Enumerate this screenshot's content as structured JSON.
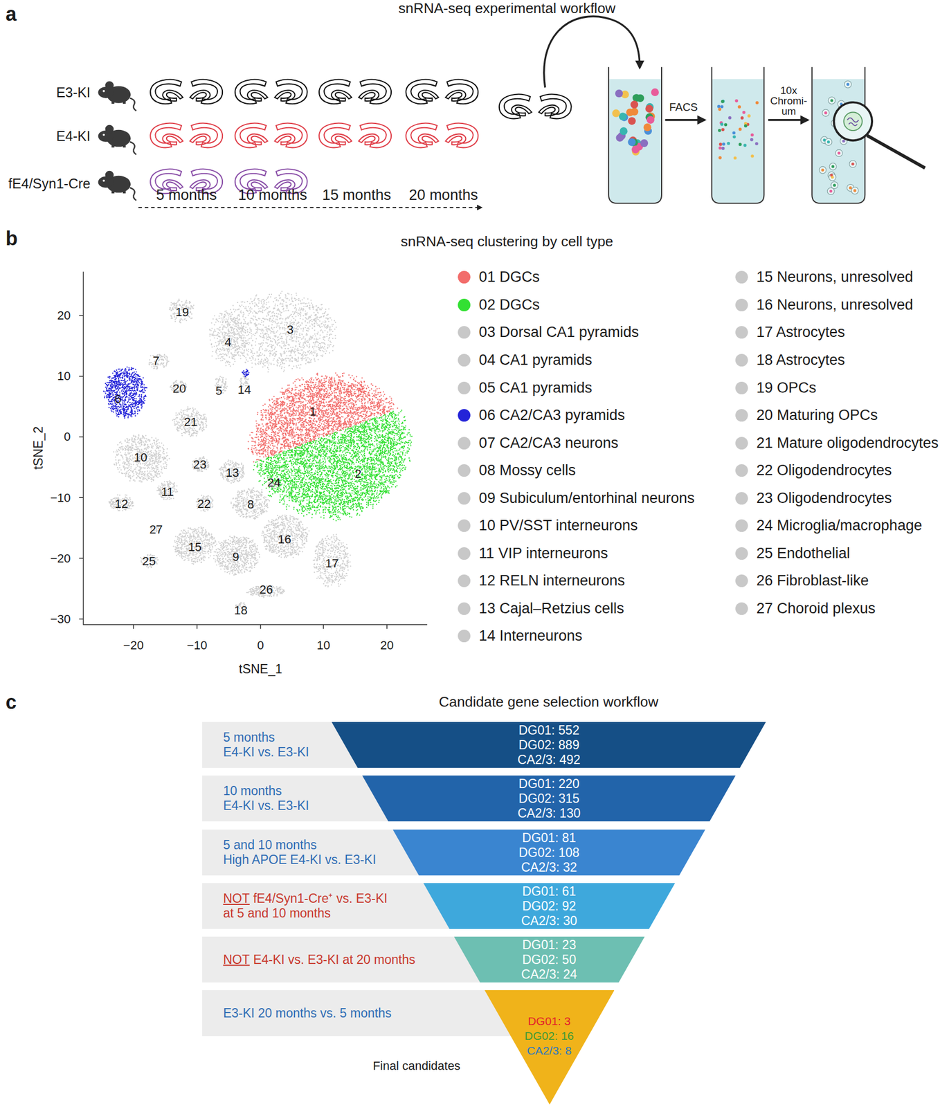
{
  "diagram": {
    "nodes": [
      {
        "text": [
          "5 months",
          "E4-KI vs. E3-KI"
        ]
      },
      {
        "text": [
          "DG01: 552",
          "DG02: 889",
          "CA2/3: 492"
        ]
      },
      {
        "text": [
          "10 months",
          "E4-KI vs. E3-KI"
        ]
      },
      {
        "text": [
          "DG01: 220",
          "DG02: 315",
          "CA2/3: 130"
        ]
      },
      {
        "text": [
          "5 and 10 months",
          "High APOE E4-KI vs. E3-KI"
        ]
      },
      {
        "text": [
          "DG01: 81",
          "DG02: 108",
          "CA2/3: 32"
        ]
      },
      {
        "text": [
          "NOT",
          "fE4/Syn1-Cre⁺ vs. E3-KI at 5 and 10 months"
        ]
      },
      {
        "text": [
          "DG01: 61",
          "DG02: 92",
          "CA2/3: 30"
        ]
      },
      {
        "text": [
          "NOT",
          "E4-KI vs. E3-KI at 20 months"
        ]
      },
      {
        "text": [
          "DG01: 23",
          "DG02: 50",
          "CA2/3: 24"
        ]
      },
      {
        "text": [
          "E3-KI 20 months vs. 5 months"
        ]
      },
      {
        "text": [
          "DG01: 3",
          "DG02: 16",
          "CA2/3: 8"
        ]
      }
    ],
    "labels": [
      "a",
      "snRNA-seq experimental workflow",
      "E3-KI",
      "E4-KI",
      "fE4/Syn1-Cre",
      "5 months",
      "10 months",
      "15 months",
      "20 months",
      "FACS",
      "10x Chromi- um",
      "b",
      "snRNA-seq clustering by cell type",
      "20",
      "10",
      "0",
      "−10",
      "−20",
      "−30",
      "−20",
      "−10",
      "0",
      "10",
      "20",
      "tSNE_2",
      "tSNE_1",
      "19",
      "3",
      "4",
      "7",
      "20",
      "14",
      "5",
      "6",
      "1",
      "21",
      "10",
      "23",
      "13",
      "2",
      "24",
      "11",
      "12",
      "22",
      "8",
      "27",
      "16",
      "15",
      "9",
      "25",
      "17",
      "26",
      "18",
      "c",
      "Candidate gene selection workflow",
      "Final candidates"
    ],
    "legend": [
      {
        "text": "01 DGCs",
        "color": "#f26d6b"
      },
      {
        "text": "02 DGCs",
        "color": "#33e033"
      },
      {
        "text": "03 Dorsal CA1 pyramids",
        "color": "#c8c8c8"
      },
      {
        "text": "04 CA1 pyramids",
        "color": "#c8c8c8"
      },
      {
        "text": "05 CA1 pyramids",
        "color": "#c8c8c8"
      },
      {
        "text": "06 CA2/CA3 pyramids",
        "color": "#2424d8"
      },
      {
        "text": "07 CA2/CA3 neurons",
        "color": "#c8c8c8"
      },
      {
        "text": "08 Mossy cells",
        "color": "#c8c8c8"
      },
      {
        "text": "09 Subiculum/entorhinal neurons",
        "color": "#c8c8c8"
      },
      {
        "text": "10 PV/SST interneurons",
        "color": "#c8c8c8"
      },
      {
        "text": "11 VIP interneurons",
        "color": "#c8c8c8"
      },
      {
        "text": "12 RELN interneurons",
        "color": "#c8c8c8"
      },
      {
        "text": "13 Cajal–Retzius cells",
        "color": "#c8c8c8"
      },
      {
        "text": "14 Interneurons",
        "color": "#c8c8c8"
      },
      {
        "text": "15 Neurons, unresolved",
        "color": "#c8c8c8"
      },
      {
        "text": "16 Neurons, unresolved",
        "color": "#c8c8c8"
      },
      {
        "text": "17 Astrocytes",
        "color": "#c8c8c8"
      },
      {
        "text": "18 Astrocytes",
        "color": "#c8c8c8"
      },
      {
        "text": "19 OPCs",
        "color": "#c8c8c8"
      },
      {
        "text": "20 Maturing OPCs",
        "color": "#c8c8c8"
      },
      {
        "text": "21 Mature oligodendrocytes",
        "color": "#c8c8c8"
      },
      {
        "text": "22 Oligodendrocytes",
        "color": "#c8c8c8"
      },
      {
        "text": "23 Oligodendrocytes",
        "color": "#c8c8c8"
      },
      {
        "text": "24 Microglia/macrophage",
        "color": "#c8c8c8"
      },
      {
        "text": "25 Endothelial",
        "color": "#c8c8c8"
      },
      {
        "text": "26 Fibroblast-like",
        "color": "#c8c8c8"
      },
      {
        "text": "27 Choroid plexus",
        "color": "#c8c8c8"
      }
    ]
  }
}
